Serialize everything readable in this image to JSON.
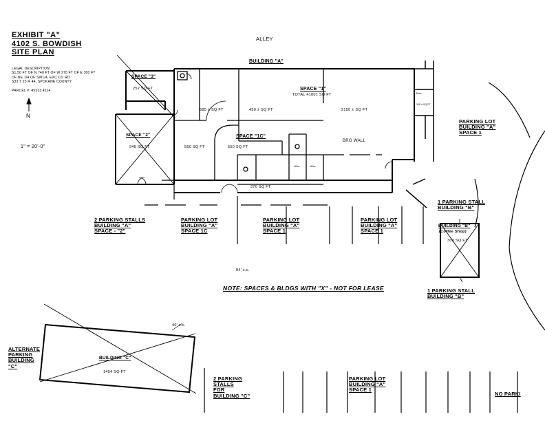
{
  "title": {
    "line1": "EXHIBIT \"A\"",
    "line2": "4102 S. BOWDISH",
    "line3": "SITE PLAN"
  },
  "legal": {
    "heading": "LEGAL DESCRIPTION:",
    "line1": "S1.50 FT OF N 740 FT OF W 270 FT OF E 300 FT",
    "line2": "OF NE 1/4 OF SW1/4, EXC CO RD",
    "line3": "S33 T 25 R 44, SPOKANE COUNTY",
    "parcel": "PARCEL #: 45333.4114"
  },
  "north_label": "N",
  "scale": "1\" = 20'-0\"",
  "alley": "ALLEY",
  "building_a": "BUILDING \"A\"",
  "spaces": {
    "space3": {
      "title": "SPACE \"3\"",
      "area": "252 SQ FT"
    },
    "space2": {
      "title": "SPACE \"2\"",
      "area": "945 SQ FT"
    },
    "space1": {
      "title": "SPACE \"1\"",
      "total": "TOTAL 4100± SQ FT",
      "area_a": "585 ± SQ FT",
      "area_b": "450 ± SQ FT",
      "area_c": "2150 ± SQ FT"
    },
    "space1c": {
      "title": "SPACE \"1C\"",
      "area_a": "550 SQ FT",
      "area_b": "550 SQ FT"
    },
    "corridor": "370 SQ FT",
    "office_a": "office",
    "office_b": "office",
    "storage": "Store",
    "side_area": "100 ± SQ FT"
  },
  "brg_wall": "BRG WALL",
  "parking": {
    "lot_a_space1_top": [
      "PARKING LOT",
      "BUILDING \"A\"",
      "SPACE 1"
    ],
    "stalls_a_space2": [
      "2 PARKING STALLS",
      "BUILDING \"A\"",
      "SPACE - \"2\""
    ],
    "lot_a_space1c": [
      "PARKING LOT",
      "BUILDING \"A\"",
      "SPACE 1C"
    ],
    "lot_a_space1_mid": [
      "PARKING LOT",
      "BUILDING \"A\"",
      "SPACE 1"
    ],
    "lot_a_space1_right": [
      "PARKING LOT",
      "BUILDING \"A\"",
      "SPACE 1"
    ],
    "stall_b_top": [
      "1 PARKING STALL",
      "BUILDING \"B\""
    ],
    "stall_b_bottom": [
      "1 PARKING STALL",
      "BUILDING \"B\""
    ],
    "alt_building_c": [
      "ALTERNATE",
      "PARKING",
      "BUILDING",
      "\"C\""
    ],
    "stalls_c": [
      "2 PARKING",
      "STALLS",
      "FOR",
      "BUILDING \"C\""
    ],
    "lot_a_space1_bottom": [
      "PARKING LOT",
      "BUILDING \"A\"",
      "SPACE 1"
    ],
    "no_parking": "NO PARKI"
  },
  "building_b": {
    "title": "BUILDING \"B\"",
    "subtitle": "(Coffee Shop)",
    "area": "300 SQ FT"
  },
  "building_c": {
    "title": "BUILDING \"C\"",
    "area": "1454 SQ FT"
  },
  "dims": {
    "d1": "84' c.c.",
    "d2": "40' c.c."
  },
  "note": "NOTE: SPACES & BLDGS WITH \"X\" - NOT FOR LEASE"
}
